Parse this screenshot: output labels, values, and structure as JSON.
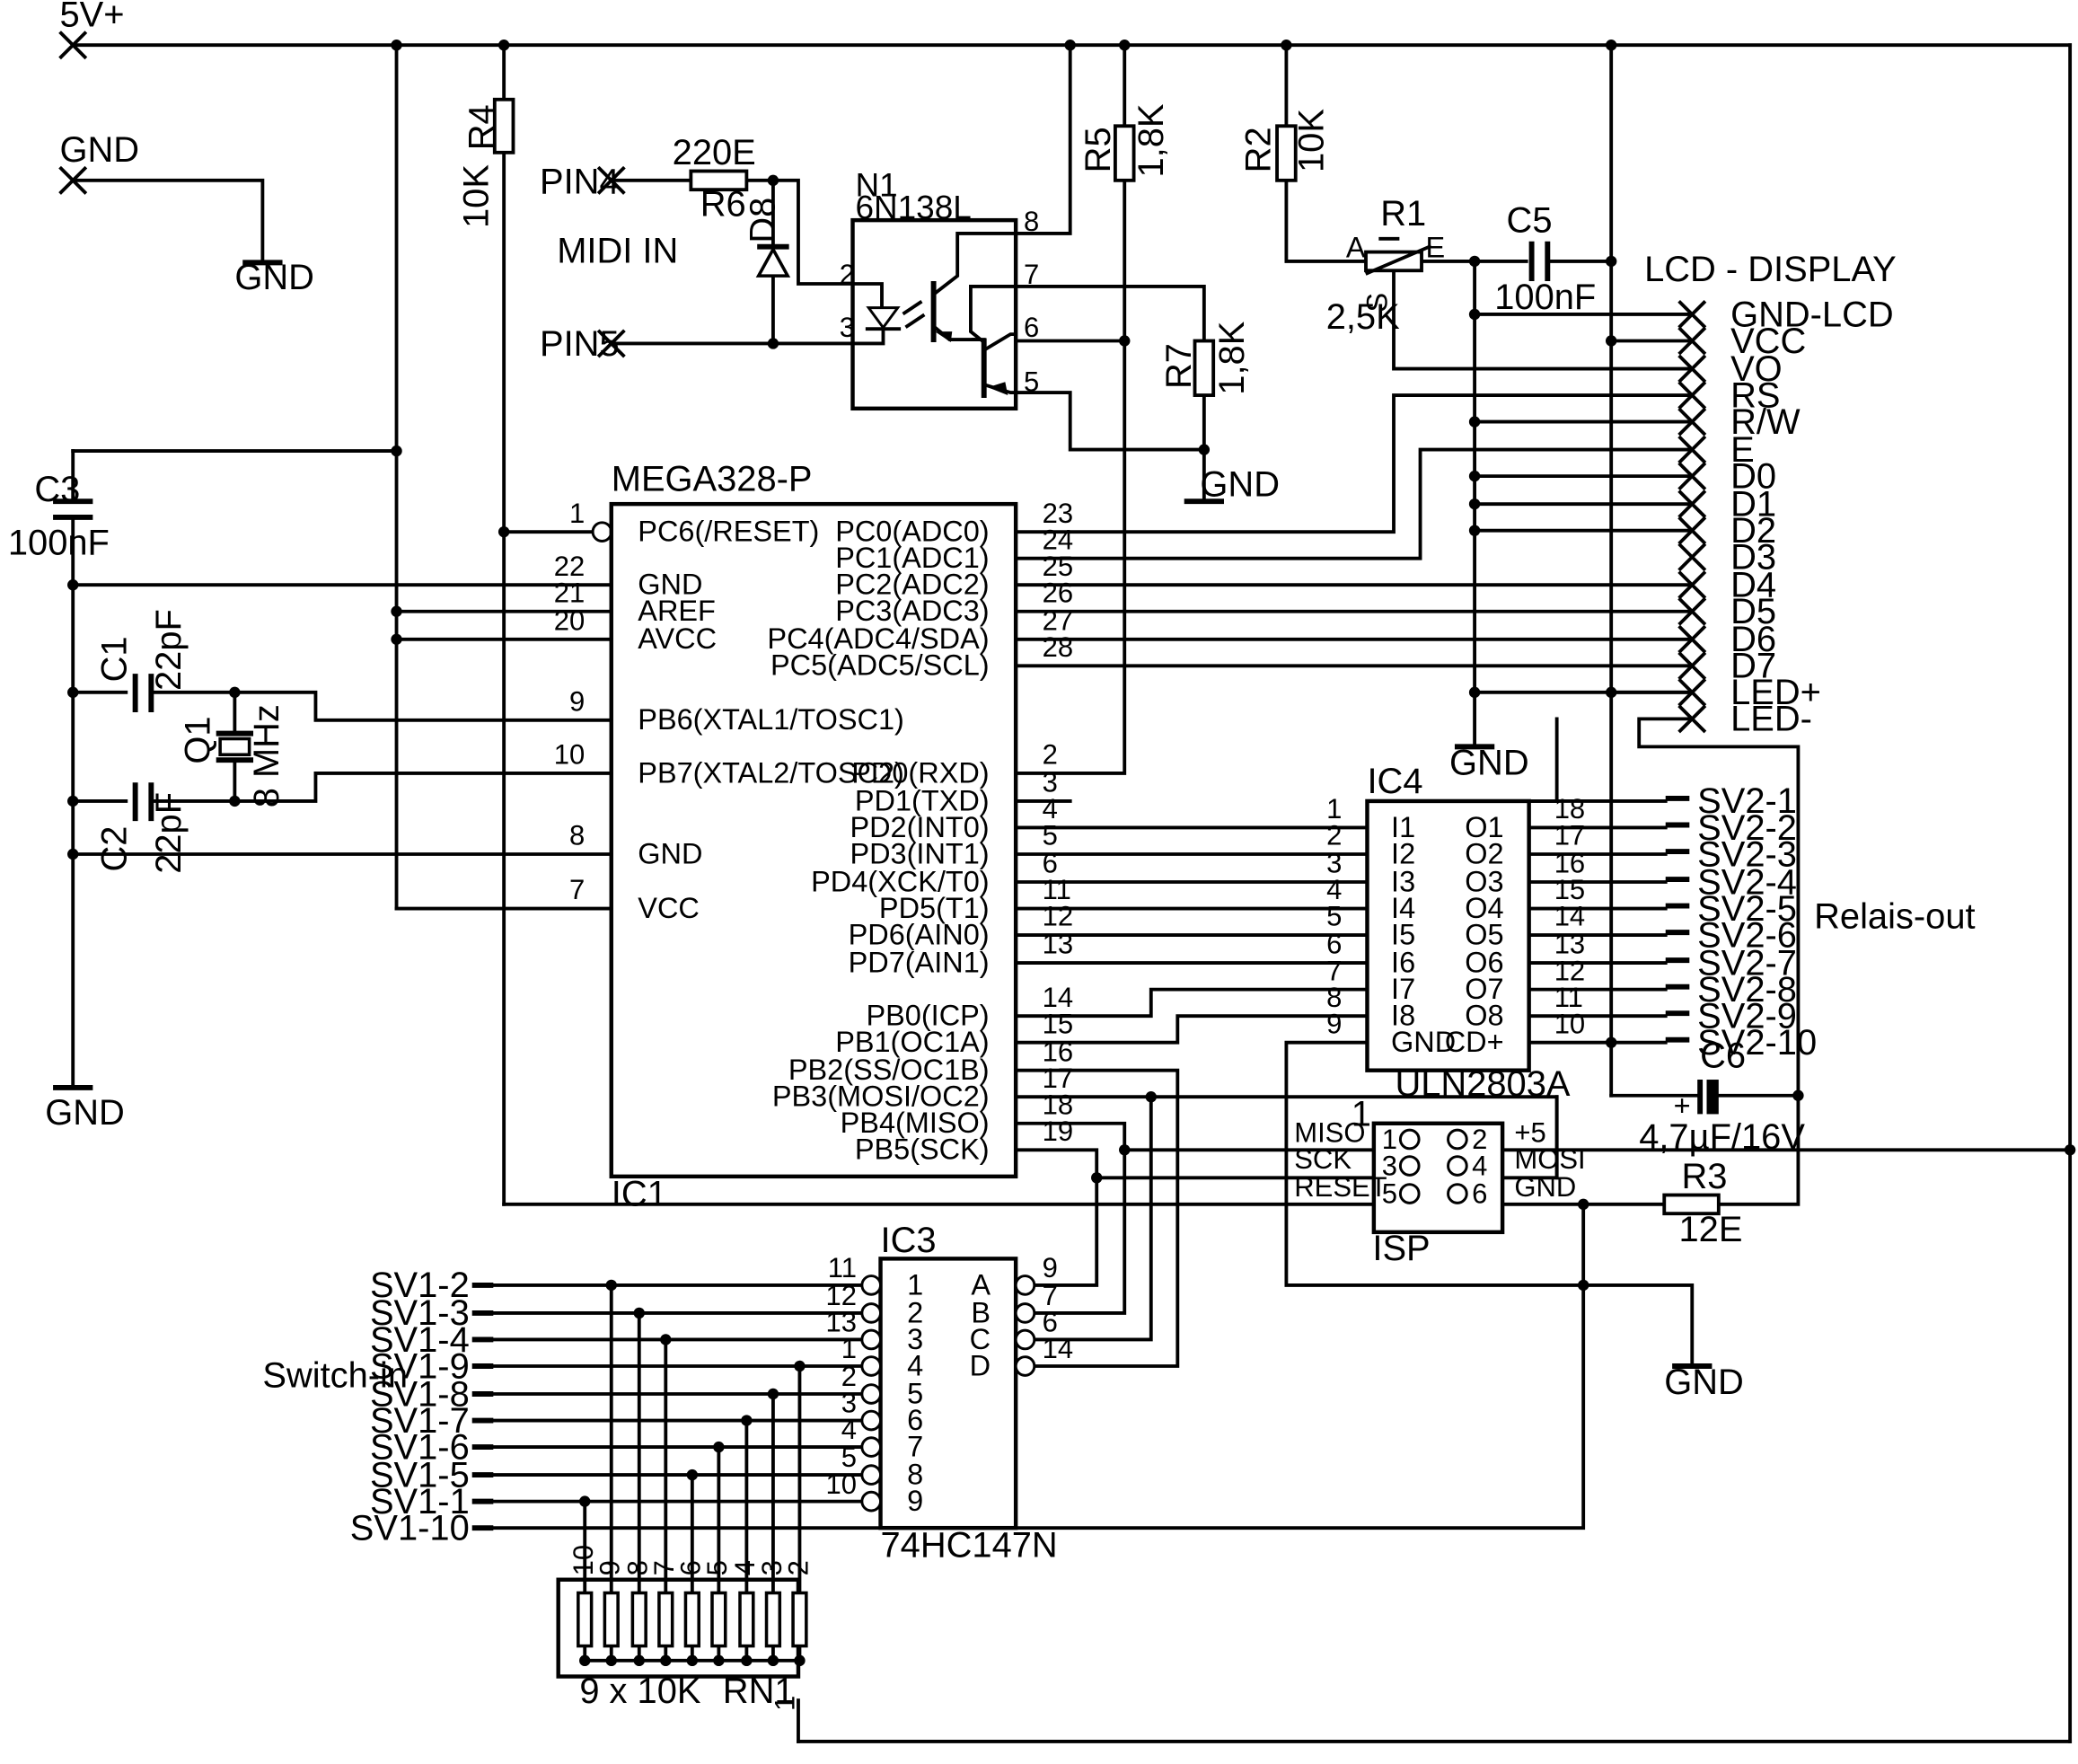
{
  "power": {
    "vcc": "5V+",
    "gnd": "GND"
  },
  "midi": {
    "label": "MIDI IN",
    "pin4": "PIN4",
    "pin5": "PIN5"
  },
  "components": {
    "r4": {
      "ref": "R4",
      "value": "10K"
    },
    "r5": {
      "ref": "R5",
      "value": "1,8K"
    },
    "r2": {
      "ref": "R2",
      "value": "10K"
    },
    "r6": {
      "ref": "R6",
      "value": "220E"
    },
    "r7": {
      "ref": "R7",
      "value": "1,8K"
    },
    "r1": {
      "ref": "R1",
      "value": "2,5K",
      "a": "A",
      "e": "E",
      "s": "S"
    },
    "r3": {
      "ref": "R3",
      "value": "12E"
    },
    "c5": {
      "ref": "C5",
      "value": "100nF"
    },
    "c3": {
      "ref": "C3",
      "value": "100nF"
    },
    "c1": {
      "ref": "C1",
      "value": "22pF"
    },
    "c2": {
      "ref": "C2",
      "value": "22pF"
    },
    "c6": {
      "ref": "C6",
      "value": "4,7µF/16V",
      "plus": "+"
    },
    "q1": {
      "ref": "Q1",
      "value": "8 MHz"
    },
    "d8": {
      "ref": "D8"
    },
    "n1": {
      "ref": "N1",
      "value": "6N138L",
      "pins": [
        "8",
        "7",
        "6",
        "5",
        "2",
        "3"
      ]
    },
    "rn1": {
      "ref": "RN1",
      "value": "9 x 10K",
      "pins": [
        "10",
        "9",
        "8",
        "7",
        "6",
        "5",
        "4",
        "3",
        "2"
      ],
      "common": "1"
    }
  },
  "ic1": {
    "name": "MEGA328-P",
    "ref": "IC1",
    "left": [
      {
        "num": "1",
        "name": "PC6(/RESET)"
      },
      {
        "num": "22",
        "name": "GND"
      },
      {
        "num": "21",
        "name": "AREF"
      },
      {
        "num": "20",
        "name": "AVCC"
      },
      {
        "num": "9",
        "name": "PB6(XTAL1/TOSC1)"
      },
      {
        "num": "10",
        "name": "PB7(XTAL2/TOSC2)"
      },
      {
        "num": "8",
        "name": "GND"
      },
      {
        "num": "7",
        "name": "VCC"
      }
    ],
    "right": [
      {
        "num": "23",
        "name": "PC0(ADC0)"
      },
      {
        "num": "24",
        "name": "PC1(ADC1)"
      },
      {
        "num": "25",
        "name": "PC2(ADC2)"
      },
      {
        "num": "26",
        "name": "PC3(ADC3)"
      },
      {
        "num": "27",
        "name": "PC4(ADC4/SDA)"
      },
      {
        "num": "28",
        "name": "PC5(ADC5/SCL)"
      },
      {
        "num": "2",
        "name": "PD0(RXD)"
      },
      {
        "num": "3",
        "name": "PD1(TXD)"
      },
      {
        "num": "4",
        "name": "PD2(INT0)"
      },
      {
        "num": "5",
        "name": "PD3(INT1)"
      },
      {
        "num": "6",
        "name": "PD4(XCK/T0)"
      },
      {
        "num": "11",
        "name": "PD5(T1)"
      },
      {
        "num": "12",
        "name": "PD6(AIN0)"
      },
      {
        "num": "13",
        "name": "PD7(AIN1)"
      },
      {
        "num": "14",
        "name": "PB0(ICP)"
      },
      {
        "num": "15",
        "name": "PB1(OC1A)"
      },
      {
        "num": "16",
        "name": "PB2(SS/OC1B)"
      },
      {
        "num": "17",
        "name": "PB3(MOSI/OC2)"
      },
      {
        "num": "18",
        "name": "PB4(MISO)"
      },
      {
        "num": "19",
        "name": "PB5(SCK)"
      }
    ]
  },
  "ic4": {
    "ref": "IC4",
    "name": "ULN2803A",
    "left": [
      {
        "num": "1",
        "name": "I1"
      },
      {
        "num": "2",
        "name": "I2"
      },
      {
        "num": "3",
        "name": "I3"
      },
      {
        "num": "4",
        "name": "I4"
      },
      {
        "num": "5",
        "name": "I5"
      },
      {
        "num": "6",
        "name": "I6"
      },
      {
        "num": "7",
        "name": "I7"
      },
      {
        "num": "8",
        "name": "I8"
      },
      {
        "num": "9",
        "name": "GND"
      }
    ],
    "right": [
      {
        "num": "18",
        "name": "O1"
      },
      {
        "num": "17",
        "name": "O2"
      },
      {
        "num": "16",
        "name": "O3"
      },
      {
        "num": "15",
        "name": "O4"
      },
      {
        "num": "14",
        "name": "O5"
      },
      {
        "num": "13",
        "name": "O6"
      },
      {
        "num": "12",
        "name": "O7"
      },
      {
        "num": "11",
        "name": "O8"
      },
      {
        "num": "10",
        "name": "CD+"
      }
    ]
  },
  "ic3": {
    "ref": "IC3",
    "name": "74HC147N",
    "left": [
      {
        "num": "11",
        "name": "1"
      },
      {
        "num": "12",
        "name": "2"
      },
      {
        "num": "13",
        "name": "3"
      },
      {
        "num": "1",
        "name": "4"
      },
      {
        "num": "2",
        "name": "5"
      },
      {
        "num": "3",
        "name": "6"
      },
      {
        "num": "4",
        "name": "7"
      },
      {
        "num": "5",
        "name": "8"
      },
      {
        "num": "10",
        "name": "9"
      }
    ],
    "right": [
      {
        "num": "9",
        "name": "A"
      },
      {
        "num": "7",
        "name": "B"
      },
      {
        "num": "6",
        "name": "C"
      },
      {
        "num": "14",
        "name": "D"
      }
    ]
  },
  "isp": {
    "ref": "ISP",
    "pin1_mark": "1",
    "left": [
      {
        "num": "1",
        "name": "MISO"
      },
      {
        "num": "3",
        "name": "SCK"
      },
      {
        "num": "5",
        "name": "RESET"
      }
    ],
    "right": [
      {
        "num": "2",
        "name": "+5"
      },
      {
        "num": "4",
        "name": "MOSI"
      },
      {
        "num": "6",
        "name": "GND"
      }
    ]
  },
  "lcd": {
    "title": "LCD - DISPLAY",
    "pins": [
      "GND-LCD",
      "VCC",
      "VO",
      "RS",
      "R/W",
      "E",
      "D0",
      "D1",
      "D2",
      "D3",
      "D4",
      "D5",
      "D6",
      "D7",
      "LED+",
      "LED-"
    ]
  },
  "relais": {
    "label": "Relais-out",
    "pins": [
      "SV2-1",
      "SV2-2",
      "SV2-3",
      "SV2-4",
      "SV2-5",
      "SV2-6",
      "SV2-7",
      "SV2-8",
      "SV2-9",
      "SV2-10"
    ]
  },
  "switch": {
    "label": "Switch-in",
    "pins": [
      "SV1-2",
      "SV1-3",
      "SV1-4",
      "SV1-9",
      "SV1-8",
      "SV1-7",
      "SV1-6",
      "SV1-5",
      "SV1-1",
      "SV1-10"
    ]
  }
}
